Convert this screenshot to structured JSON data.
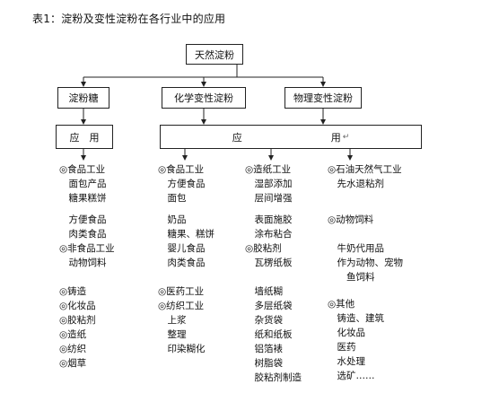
{
  "title": "表1：淀粉及变性淀粉在各行业中的应用",
  "root": "天然淀粉",
  "branches": [
    {
      "label": "淀粉糖"
    },
    {
      "label": "化学变性淀粉"
    },
    {
      "label": "物理变性淀粉"
    }
  ],
  "apply_left": "应　用",
  "apply_right": "应　　　　　　　　　用",
  "columns": [
    {
      "groups": [
        [
          "◎食品工业",
          "　面包产品",
          "　糖果糕饼"
        ],
        [
          "　方便食品",
          "　肉类食品",
          "◎非食品工业",
          "　动物饲料"
        ],
        [
          "◎铸造",
          "◎化妆品",
          "◎胶粘剂",
          "◎造纸",
          "◎纺织",
          "◎烟草"
        ]
      ]
    },
    {
      "groups": [
        [
          "◎食品工业",
          "　方便食品",
          "　面包"
        ],
        [
          "　奶品",
          "　糖果、糕饼",
          "　婴儿食品",
          "　肉类食品"
        ],
        [
          "◎医药工业",
          "◎纺织工业",
          "　上浆",
          "　整理",
          "　印染糊化"
        ]
      ]
    },
    {
      "groups": [
        [
          "◎造纸工业",
          "　湿部添加",
          "　层间增强"
        ],
        [
          "　表面施胶",
          "　涂布粘合",
          "◎胶粘剂",
          "　瓦楞纸板"
        ],
        [
          "　墙纸糊",
          "　多层纸袋",
          "　杂货袋",
          "　纸和纸板",
          "　铝箔裱",
          "　树脂袋",
          "　胶粘剂制造"
        ]
      ]
    },
    {
      "groups": [
        [
          "◎石油天然气工业",
          "　先水退粘剂"
        ],
        [
          "◎动物饲料"
        ],
        [
          "　牛奶代用品",
          "　作为动物、宠物",
          "　　鱼饲料"
        ],
        [
          "◎其他",
          "　铸造、建筑",
          "　化妆品",
          "　医药",
          "　水处理",
          "　选矿……"
        ]
      ]
    }
  ]
}
